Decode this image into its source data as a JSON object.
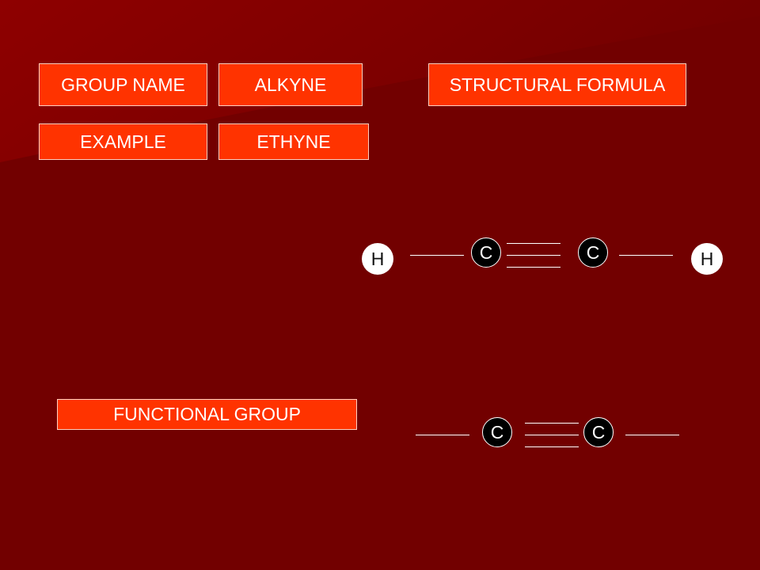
{
  "labels": {
    "group_name": "GROUP NAME",
    "group_value": "ALKYNE",
    "structural_formula": "STRUCTURAL FORMULA",
    "example": "EXAMPLE",
    "example_value": "ETHYNE",
    "functional_group": "FUNCTIONAL GROUP"
  },
  "structure": {
    "h_left": "H",
    "c_left": "C",
    "c_right": "C",
    "h_right": "H"
  },
  "functional": {
    "c_left": "C",
    "c_right": "C"
  },
  "colors": {
    "background": "#720000",
    "box_fill": "#ff3300",
    "carbon": "#000000",
    "hydrogen": "#ffffff"
  }
}
